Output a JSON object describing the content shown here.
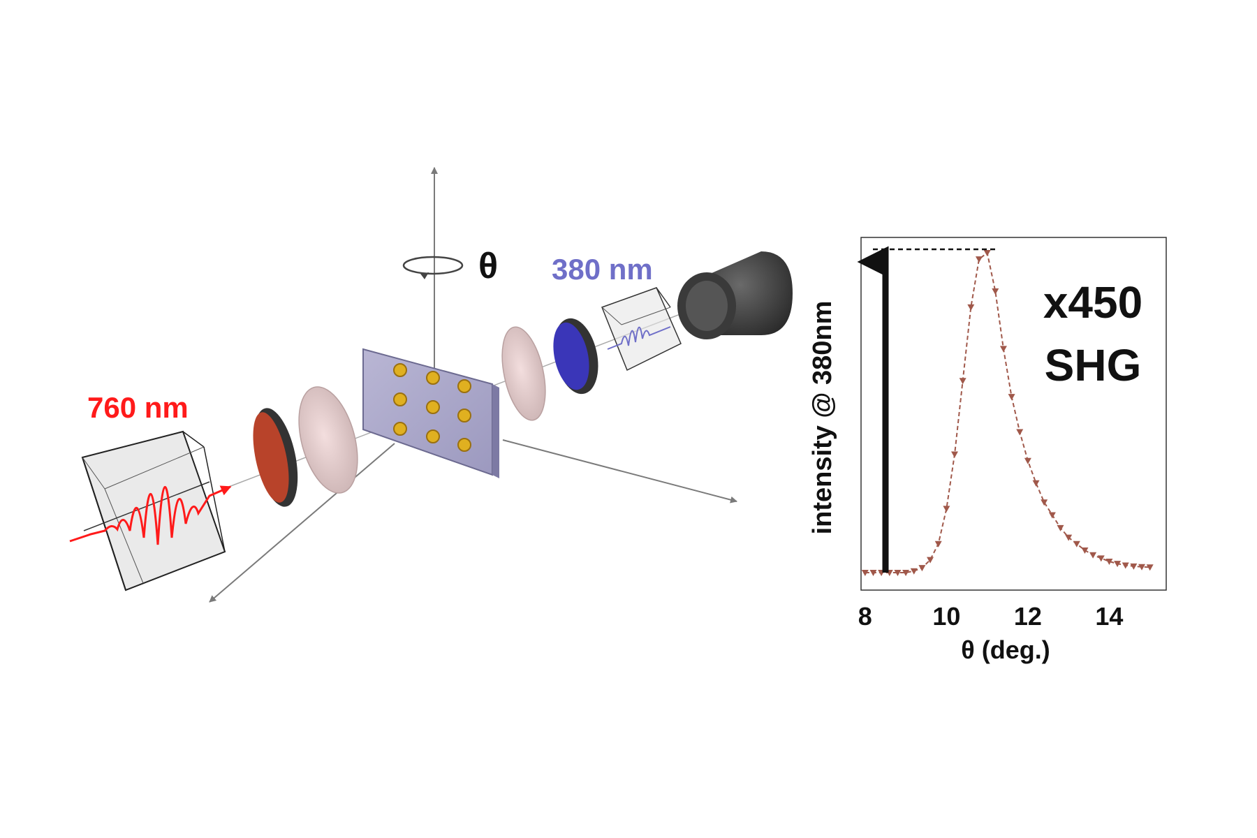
{
  "diagram": {
    "input_wavelength": "760 nm",
    "output_wavelength": "380 nm",
    "rotation_symbol": "θ",
    "colors": {
      "red_beam": "#ff1a1a",
      "blue_beam": "#6f6fc8",
      "filter_red": "#b8432a",
      "filter_blue": "#3a36b8",
      "gold_disc": "#e0b020",
      "axis": "#7a7a7a"
    }
  },
  "chart_data": {
    "type": "line",
    "title": "",
    "xlabel": "θ  (deg.)",
    "ylabel": "intensity @ 380nm",
    "xlim": [
      7.9,
      15.4
    ],
    "ylim": [
      0,
      1
    ],
    "xticks": [
      "8",
      "10",
      "12",
      "14"
    ],
    "xtick_values": [
      8,
      10,
      12,
      14
    ],
    "annotation": [
      "x450",
      "SHG"
    ],
    "line_style": "dashed with triangle-down markers",
    "series_color": "#a0584a",
    "x": [
      8.0,
      8.2,
      8.4,
      8.6,
      8.8,
      9.0,
      9.2,
      9.4,
      9.6,
      9.8,
      10.0,
      10.2,
      10.4,
      10.6,
      10.8,
      11.0,
      11.2,
      11.4,
      11.6,
      11.8,
      12.0,
      12.2,
      12.4,
      12.6,
      12.8,
      13.0,
      13.2,
      13.4,
      13.6,
      13.8,
      14.0,
      14.2,
      14.4,
      14.6,
      14.8,
      15.0
    ],
    "y": [
      0.0,
      0.0,
      0.0,
      0.0,
      0.0,
      0.0,
      0.005,
      0.015,
      0.04,
      0.09,
      0.2,
      0.37,
      0.6,
      0.83,
      0.98,
      1.0,
      0.88,
      0.7,
      0.55,
      0.44,
      0.35,
      0.28,
      0.22,
      0.18,
      0.14,
      0.11,
      0.09,
      0.07,
      0.055,
      0.045,
      0.035,
      0.028,
      0.023,
      0.02,
      0.018,
      0.017
    ]
  }
}
